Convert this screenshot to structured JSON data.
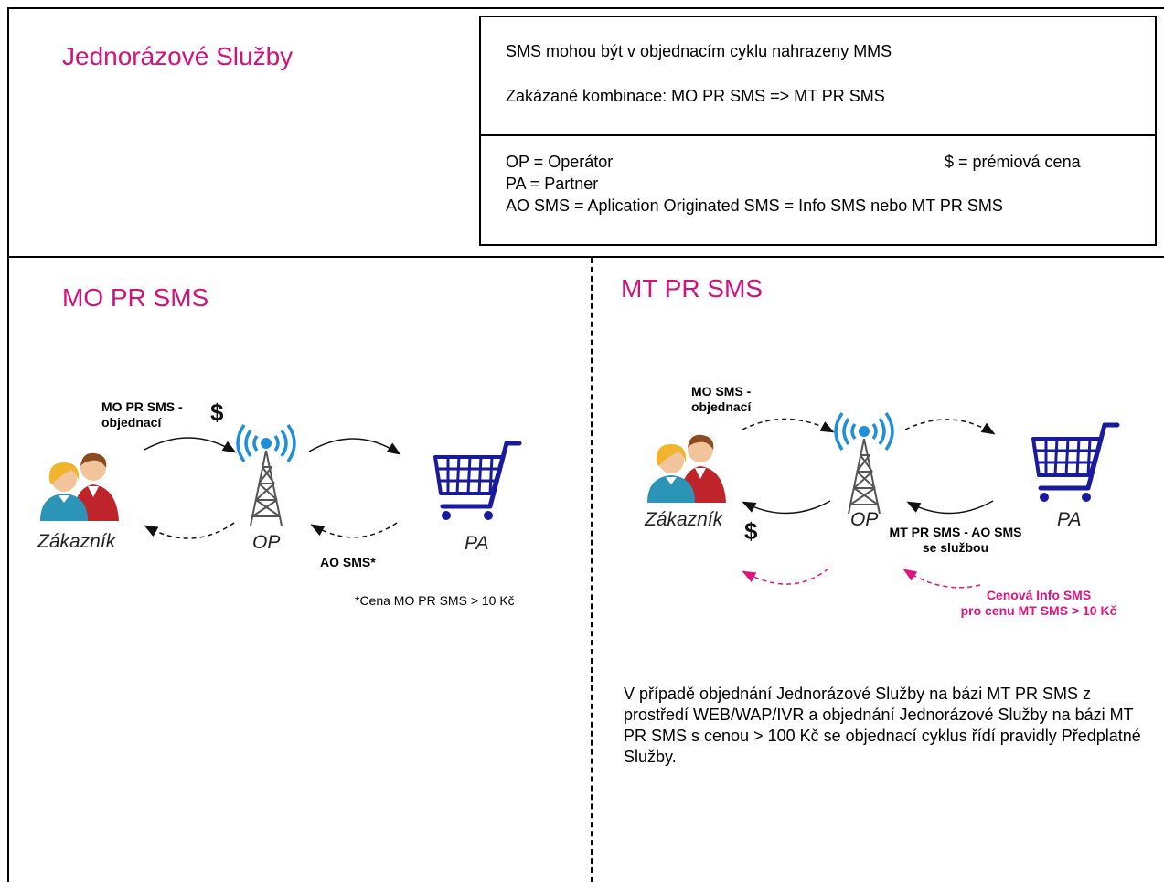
{
  "page_title": "Jednorázové Služby",
  "info": {
    "line1": "SMS mohou být v objednacím cyklu nahrazeny MMS",
    "line2": "Zakázané kombinace: MO PR SMS => MT PR SMS",
    "legend_op": "OP = Operátor",
    "legend_price": "$ = prémiová cena",
    "legend_pa": "PA = Partner",
    "legend_ao": "AO SMS = Aplication Originated SMS = Info SMS nebo MT PR SMS"
  },
  "left": {
    "title": "MO PR SMS",
    "order_label": "MO PR SMS -\nobjednací",
    "dollar": "$",
    "customer": "Zákazník",
    "op": "OP",
    "pa": "PA",
    "ao_label": "AO SMS*",
    "footnote": "*Cena MO PR SMS > 10 Kč"
  },
  "right": {
    "title": "MT PR SMS",
    "order_label": "MO SMS -\nobjednací",
    "dollar": "$",
    "customer": "Zákazník",
    "op": "OP",
    "pa": "PA",
    "mt_label": "MT PR SMS - AO SMS\nse službou",
    "info_label": "Cenová Info SMS\npro cenu MT SMS > 10 Kč",
    "note": "V případě objednání Jednorázové Služby na bázi MT PR SMS z prostředí WEB/WAP/IVR a objednání Jednorázové Služby na bázi MT PR SMS s cenou > 100 Kč se objednací cyklus řídí pravidly Předplatné Služby."
  },
  "colors": {
    "accent": "#d1127a",
    "cart": "#1a1a9c",
    "tower": "#1f8fd8"
  }
}
